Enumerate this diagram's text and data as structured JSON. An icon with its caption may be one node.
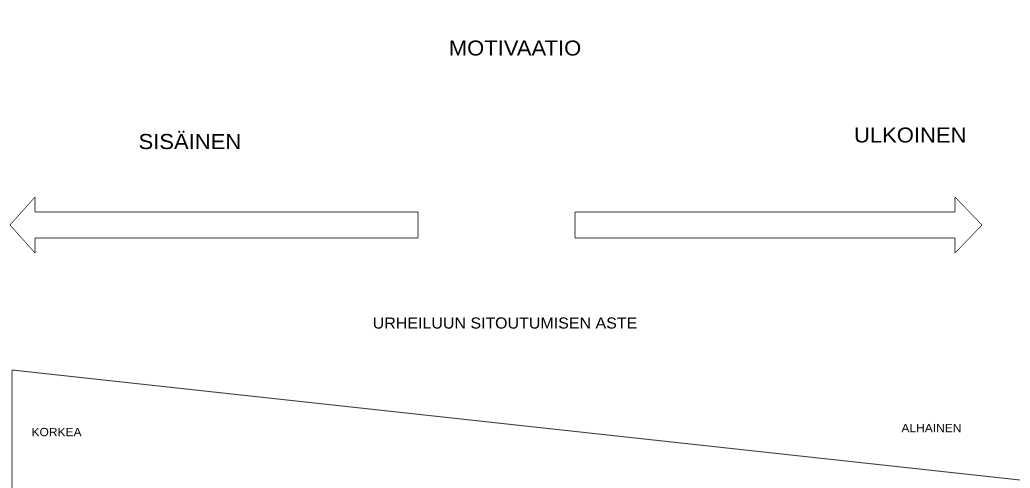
{
  "diagram": {
    "title": "MOTIVAATIO",
    "nodes": [
      {
        "text": [
          "KORKEA",
          "ALHAINEN"
        ]
      }
    ],
    "labels": [
      "SISÄINEN",
      "ULKOINEN",
      "URHEILUUN SITOUTUMISEN ASTE"
    ]
  }
}
